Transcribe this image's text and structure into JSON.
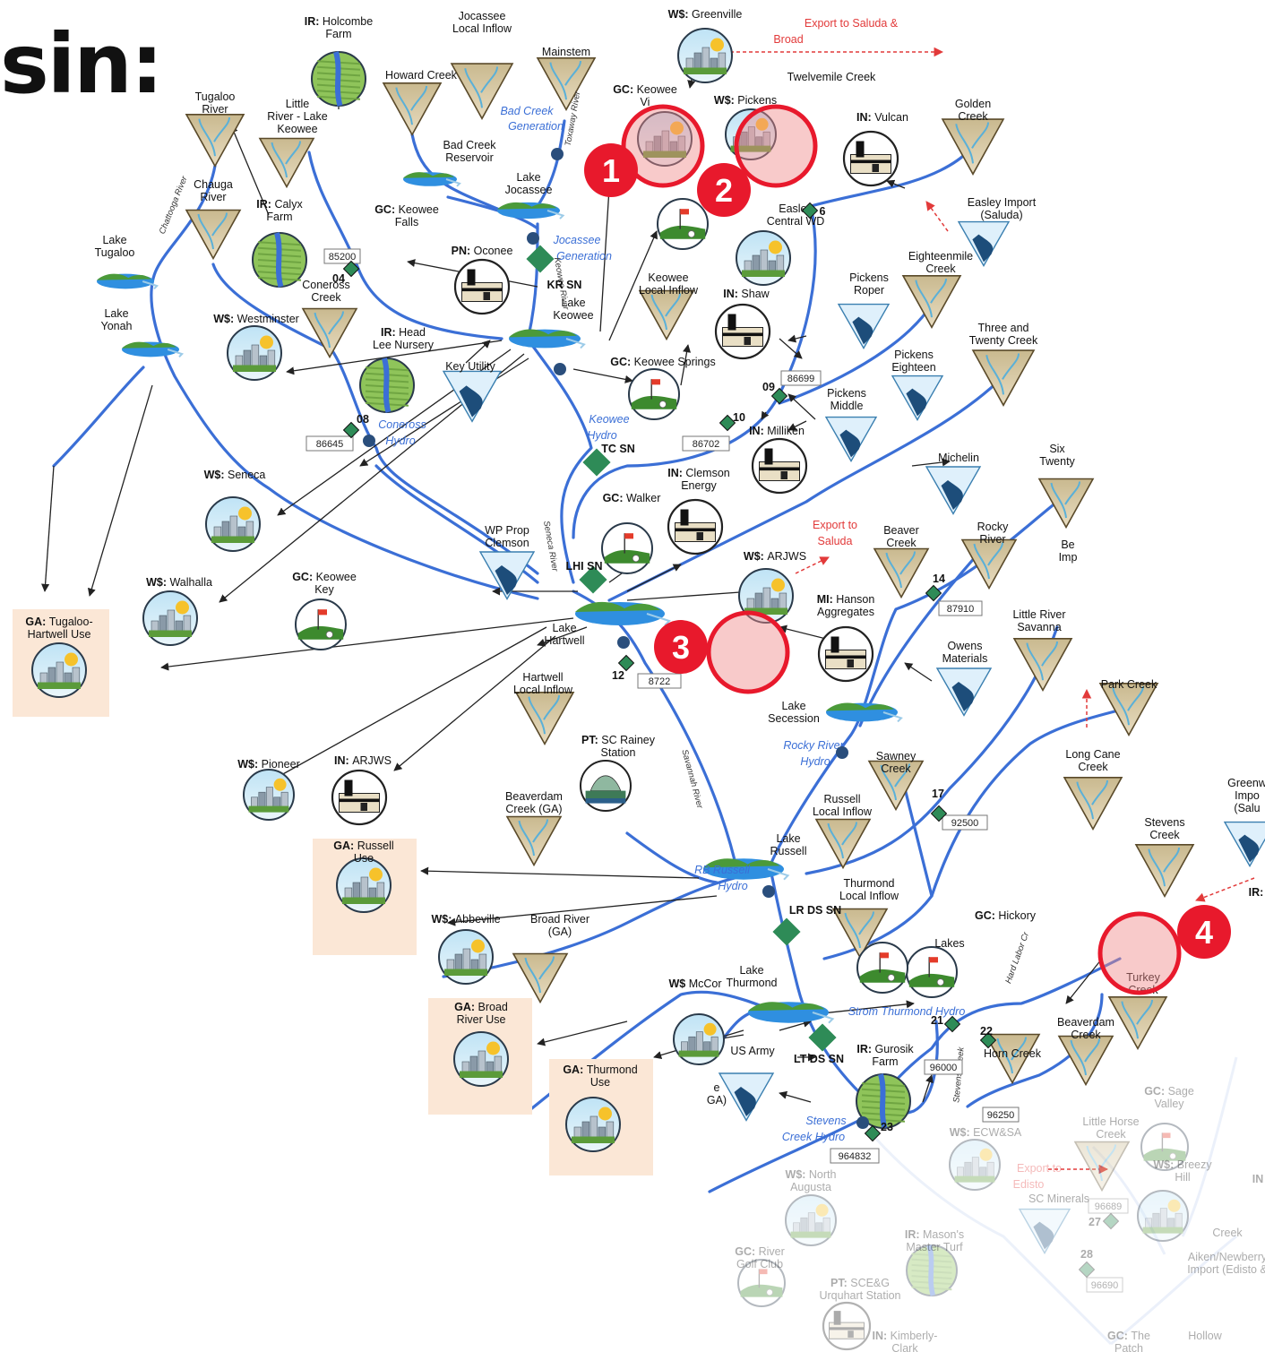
{
  "page": {
    "title_fragment": "sin:"
  },
  "colors": {
    "river": "#3b6fd6",
    "highlight": "#e8192c",
    "gauge_node": "#2e8b57",
    "node_circle": "#2a4e7c",
    "use_box": "#fbe7d6",
    "export": "#e23a3a"
  },
  "callouts": [
    {
      "number": "1"
    },
    {
      "number": "2"
    },
    {
      "number": "3"
    },
    {
      "number": "4"
    }
  ],
  "nodes": {
    "n1": {
      "type": "IR:",
      "name": "Holcombe",
      "name2": "Farm"
    },
    "n2": {
      "type": "",
      "name": "Jocassee",
      "name2": "Local Inflow"
    },
    "n3": {
      "type": "W$:",
      "name": "Greenville",
      "name2": ""
    },
    "n4": {
      "type": "",
      "name": "Mainstem",
      "name2": ""
    },
    "n5": {
      "type": "",
      "name": "Howard Creek",
      "name2": ""
    },
    "n6": {
      "type": "",
      "name": "Tugaloo",
      "name2": "River"
    },
    "n7": {
      "type": "",
      "name": "Little",
      "name2": "River - Lake",
      "name3": "Keowee"
    },
    "n8": {
      "type": "GC:",
      "name": "Keowee",
      "name2": "Vi"
    },
    "n9": {
      "type": "W$:",
      "name": "Pickens",
      "name2": ""
    },
    "n10": {
      "type": "",
      "name": "Twelvemile Creek",
      "name2": ""
    },
    "n11": {
      "type": "IN:",
      "name": "Vulcan",
      "name2": ""
    },
    "n12": {
      "type": "",
      "name": "Golden",
      "name2": "Creek"
    },
    "n13": {
      "type": "",
      "name": "Bad Creek",
      "name2": "Reservoir"
    },
    "n14": {
      "type": "",
      "name": "Chauga",
      "name2": "River"
    },
    "n15": {
      "type": "IR:",
      "name": "Calyx",
      "name2": "Farm"
    },
    "n16": {
      "type": "GC:",
      "name": "Keowee",
      "name2": "Falls"
    },
    "n17": {
      "type": "",
      "name": "Lake",
      "name2": "Jocassee"
    },
    "n18": {
      "type": "",
      "name": "Easley",
      "name2": "Central WD"
    },
    "n19": {
      "type": "",
      "name": "Easley Import",
      "name2": "(Saluda)"
    },
    "n20": {
      "type": "",
      "name": "Lake",
      "name2": "Tugaloo"
    },
    "n21": {
      "type": "PN:",
      "name": "Oconee",
      "name2": ""
    },
    "n22": {
      "type": "",
      "name": "Coneross",
      "name2": "Creek"
    },
    "n23": {
      "type": "",
      "name": "Eighteenmile",
      "name2": "Creek"
    },
    "n24": {
      "type": "",
      "name": "Lake",
      "name2": "Keowee"
    },
    "n25": {
      "type": "",
      "name": "Keowee",
      "name2": "Local Inflow"
    },
    "n26": {
      "type": "IN:",
      "name": "Shaw",
      "name2": ""
    },
    "n27": {
      "type": "",
      "name": "Pickens",
      "name2": "Roper"
    },
    "n28": {
      "type": "",
      "name": "Lake",
      "name2": "Yonah"
    },
    "n29": {
      "type": "W$:",
      "name": "Westminster",
      "name2": ""
    },
    "n30": {
      "type": "IR:",
      "name": "Head",
      "name2": "Lee Nursery"
    },
    "n31": {
      "type": "",
      "name": "Key Utility",
      "name2": ""
    },
    "n32": {
      "type": "GC:",
      "name": "Keowee Springs",
      "name2": ""
    },
    "n33": {
      "type": "",
      "name": "Three and",
      "name2": "Twenty Creek"
    },
    "n34": {
      "type": "",
      "name": "Pickens",
      "name2": "Eighteen"
    },
    "n35": {
      "type": "",
      "name": "Pickens",
      "name2": "Middle"
    },
    "n36": {
      "type": "IN:",
      "name": "Milliken",
      "name2": ""
    },
    "n37": {
      "type": "W$:",
      "name": "Seneca",
      "name2": ""
    },
    "n38": {
      "type": "",
      "name": "Michelin",
      "name2": ""
    },
    "n39": {
      "type": "",
      "name": "Six",
      "name2": "Twenty"
    },
    "n40": {
      "type": "IN:",
      "name": "Clemson",
      "name2": "Energy"
    },
    "n41": {
      "type": "GC:",
      "name": "Walker",
      "name2": ""
    },
    "n42": {
      "type": "",
      "name": "WP Prop",
      "name2": "Clemson"
    },
    "n43": {
      "type": "W$:",
      "name": "ARJWS",
      "name2": ""
    },
    "n44": {
      "type": "",
      "name": "Beaver",
      "name2": "Creek"
    },
    "n45": {
      "type": "",
      "name": "Rocky",
      "name2": "River"
    },
    "n46": {
      "type": "",
      "name": "Be",
      "name2": "Imp"
    },
    "n47": {
      "type": "W$:",
      "name": "Walhalla",
      "name2": ""
    },
    "n48": {
      "type": "GC:",
      "name": "Keowee",
      "name2": "Key"
    },
    "n49": {
      "type": "MI:",
      "name": "Hanson",
      "name2": "Aggregates"
    },
    "n50": {
      "type": "",
      "name": "Little River",
      "name2": "Savanna"
    },
    "n51": {
      "type": "GA:",
      "name": "Tugaloo-",
      "name2": "Hartwell Use"
    },
    "n52": {
      "type": "",
      "name": "Lake",
      "name2": "Hartwell"
    },
    "n53": {
      "type": "",
      "name": "Owens",
      "name2": "Materials"
    },
    "n54": {
      "type": "",
      "name": "Hartwell",
      "name2": "Local Inflow"
    },
    "n55": {
      "type": "",
      "name": "Lake",
      "name2": "Secession"
    },
    "n56": {
      "type": "",
      "name": "Park Creek",
      "name2": ""
    },
    "n57": {
      "type": "PT:",
      "name": "SC Rainey",
      "name2": "Station"
    },
    "n58": {
      "type": "W$:",
      "name": "Pioneer",
      "name2": ""
    },
    "n59": {
      "type": "IN:",
      "name": "ARJWS",
      "name2": ""
    },
    "n60": {
      "type": "",
      "name": "Sawney",
      "name2": "Creek"
    },
    "n61": {
      "type": "",
      "name": "Long Cane",
      "name2": "Creek"
    },
    "n62": {
      "type": "",
      "name": "Beaverdam",
      "name2": "Creek (GA)"
    },
    "n63": {
      "type": "",
      "name": "Russell",
      "name2": "Local Inflow"
    },
    "n64": {
      "type": "",
      "name": "Greenw",
      "name2": "Impo",
      "name3": "(Salu"
    },
    "n65": {
      "type": "GA:",
      "name": "Russell",
      "name2": "Use"
    },
    "n66": {
      "type": "",
      "name": "Stevens",
      "name2": "Creek"
    },
    "n67": {
      "type": "",
      "name": "Lake",
      "name2": "Russell"
    },
    "n68": {
      "type": "W$:",
      "name": "Abbeville",
      "name2": ""
    },
    "n69": {
      "type": "",
      "name": "Thurmond",
      "name2": "Local Inflow"
    },
    "n70": {
      "type": "GC:",
      "name": "Hickory",
      "name2": ""
    },
    "n71": {
      "type": "",
      "name": "Broad River",
      "name2": "(GA)"
    },
    "n72": {
      "type": "",
      "name": "Lakes",
      "name2": ""
    },
    "n73": {
      "type": "",
      "name": "Lake",
      "name2": "Thurmond"
    },
    "n74": {
      "type": "",
      "name": "Turkey",
      "name2": "Creek"
    },
    "n75": {
      "type": "GA:",
      "name": "Broad",
      "name2": "River Use"
    },
    "n76": {
      "type": "W$",
      "name": "McCor",
      "name2": ""
    },
    "n77": {
      "type": "",
      "name": "Beaverdam",
      "name2": "Creek"
    },
    "n78": {
      "type": "IR:",
      "name": "Gurosik",
      "name2": "Farm"
    },
    "n79": {
      "type": "",
      "name": "US Army",
      "name2": ""
    },
    "n80": {
      "type": "",
      "name": "Horn Creek",
      "name2": ""
    },
    "n81": {
      "type": "GA:",
      "name": "Thurmond",
      "name2": "Use"
    },
    "n82": {
      "type": "GC:",
      "name": "Sage",
      "name2": "Valley"
    },
    "n83": {
      "type": "",
      "name": "e",
      "name2": "GA)"
    },
    "n84": {
      "type": "W$:",
      "name": "ECW&SA",
      "name2": ""
    },
    "n85": {
      "type": "",
      "name": "Little Horse",
      "name2": "Creek"
    },
    "n86": {
      "type": "W$:",
      "name": "North",
      "name2": "Augusta"
    },
    "n87": {
      "type": "W$:",
      "name": "Breezy",
      "name2": "Hill"
    },
    "n88": {
      "type": "",
      "name": "SC Minerals",
      "name2": ""
    },
    "n89": {
      "type": "GC:",
      "name": "River",
      "name2": "Golf Club"
    },
    "n90": {
      "type": "IR:",
      "name": "Mason's",
      "name2": "Master Turf"
    },
    "n91": {
      "type": "",
      "name": "Aiken/Newberry",
      "name2": "Import (Edisto &"
    },
    "n92": {
      "type": "PT:",
      "name": "SCE&G",
      "name2": "Urquhart Station"
    },
    "n93": {
      "type": "IN:",
      "name": "Kimberly-",
      "name2": "Clark"
    },
    "n94": {
      "type": "GC:",
      "name": "The",
      "name2": "Patch"
    },
    "n95": {
      "type": "",
      "name": "Hollow",
      "name2": ""
    },
    "n96": {
      "type": "IR:",
      "name": "",
      "name2": ""
    },
    "n97": {
      "type": "IN",
      "name": "",
      "name2": ""
    },
    "n98": {
      "type": "",
      "name": "Creek",
      "name2": ""
    }
  },
  "hydro": {
    "h1": "Bad Creek",
    "h1b": "Generation",
    "h2": "Jocassee",
    "h2b": "Generation",
    "h3": "Keowee",
    "h3b": "Hydro",
    "h4": "Coneross",
    "h4b": "Hydro",
    "h5": "Rocky River",
    "h5b": "Hydro",
    "h6": "RB Russell",
    "h6b": "Hydro",
    "h7": "Strom Thurmond Hydro",
    "h8": "Stevens",
    "h8b": "Creek Hydro"
  },
  "exports": {
    "e1": "Export to Saluda &",
    "e1b": "Broad",
    "e2": "Export to",
    "e2b": "Saluda",
    "e3": "Export to",
    "e3b": "Edisto"
  },
  "rivers": {
    "r1": "Chattooga River",
    "r2": "Keowee River",
    "r3": "Seneca River",
    "r4": "Savannah River",
    "r5": "Stevens Creek",
    "r6": "Hard Labor Cr",
    "r7": "Toxaway River"
  },
  "sites": {
    "s1": "KR SN",
    "s2": "TC SN",
    "s3": "LHI SN",
    "s4": "LR DS SN",
    "s5": "LT DS SN"
  },
  "gauges": {
    "g1": "85200",
    "g2": "86645",
    "g3": "86699",
    "g4": "86702",
    "g5": "87910",
    "g6": "8722",
    "g7": "92500",
    "g8": "96000",
    "g9": "96250",
    "g10": "964832",
    "g11": "96689",
    "g12": "96690"
  },
  "gauge_ids": {
    "a": "04",
    "b": "08",
    "c": "09",
    "d": "10",
    "e": "6",
    "f": "14",
    "g": "12",
    "h": "17",
    "i": "21",
    "j": "22",
    "k": "23",
    "l": "27",
    "m": "28"
  }
}
